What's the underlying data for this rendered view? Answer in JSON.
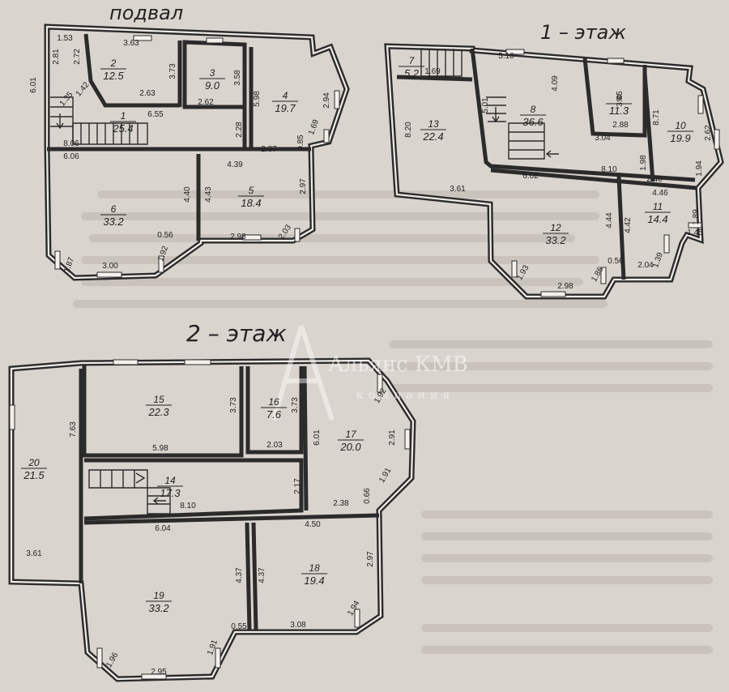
{
  "titles": {
    "basement": "подвал",
    "floor1": "1 – этаж",
    "floor2": "2 – этаж"
  },
  "watermark": {
    "name": "Альянс КМВ",
    "sub": "компания"
  },
  "rooms": {
    "b1": {
      "num": "1",
      "area": "25.4"
    },
    "b2": {
      "num": "2",
      "area": "12.5"
    },
    "b3": {
      "num": "3",
      "area": "9.0"
    },
    "b4": {
      "num": "4",
      "area": "19.7"
    },
    "b5": {
      "num": "5",
      "area": "18.4"
    },
    "b6": {
      "num": "6",
      "area": "33.2"
    },
    "f7": {
      "num": "7",
      "area": "5.2"
    },
    "f8": {
      "num": "8",
      "area": "36.6"
    },
    "f9": {
      "num": "9",
      "area": "11.3"
    },
    "f10": {
      "num": "10",
      "area": "19.9"
    },
    "f11": {
      "num": "11",
      "area": "14.4"
    },
    "f12": {
      "num": "12",
      "area": "33.2"
    },
    "f13": {
      "num": "13",
      "area": "22.4"
    },
    "s14": {
      "num": "14",
      "area": "17.3"
    },
    "s15": {
      "num": "15",
      "area": "22.3"
    },
    "s16": {
      "num": "16",
      "area": "7.6"
    },
    "s17": {
      "num": "17",
      "area": "20.0"
    },
    "s18": {
      "num": "18",
      "area": "19.4"
    },
    "s19": {
      "num": "19",
      "area": "33.2"
    },
    "s20": {
      "num": "20",
      "area": "21.5"
    }
  },
  "dims": {
    "b": [
      "1.53",
      "3.63",
      "2.81",
      "2.72",
      "6.01",
      "1.42",
      "1.35",
      "2.63",
      "3.73",
      "3.58",
      "2.62",
      "5.98",
      "2.94",
      "6.55",
      "8.06",
      "2.28",
      "1.69",
      "2.37",
      "0.85",
      "6.06",
      "4.39",
      "4.40",
      "4.43",
      "2.97",
      "0.56",
      "1.87",
      "3.00",
      "1.92",
      "2.98",
      "2.03"
    ],
    "f": [
      "5.10",
      "1.69",
      "8.20",
      "4.09",
      "3.85",
      "8.71",
      "2.88",
      "3.04",
      "2.62",
      "1.98",
      "6.02",
      "8.10",
      "2.40",
      "1.94",
      "4.46",
      "3.61",
      "4.44",
      "4.42",
      "1.89",
      "1.45",
      "1.93",
      "1.86",
      "0.56",
      "2.04",
      "1.39",
      "2.98",
      "5.01"
    ],
    "s": [
      "7.63",
      "3.73",
      "3.73",
      "1.92",
      "6.01",
      "2.91",
      "5.98",
      "2.03",
      "2.17",
      "1.91",
      "8.10",
      "2.38",
      "0.66",
      "6.04",
      "4.50",
      "3.61",
      "4.37",
      "4.37",
      "2.97",
      "0.55",
      "1.94",
      "3.08",
      "1.91",
      "1.96",
      "2.95"
    ]
  }
}
